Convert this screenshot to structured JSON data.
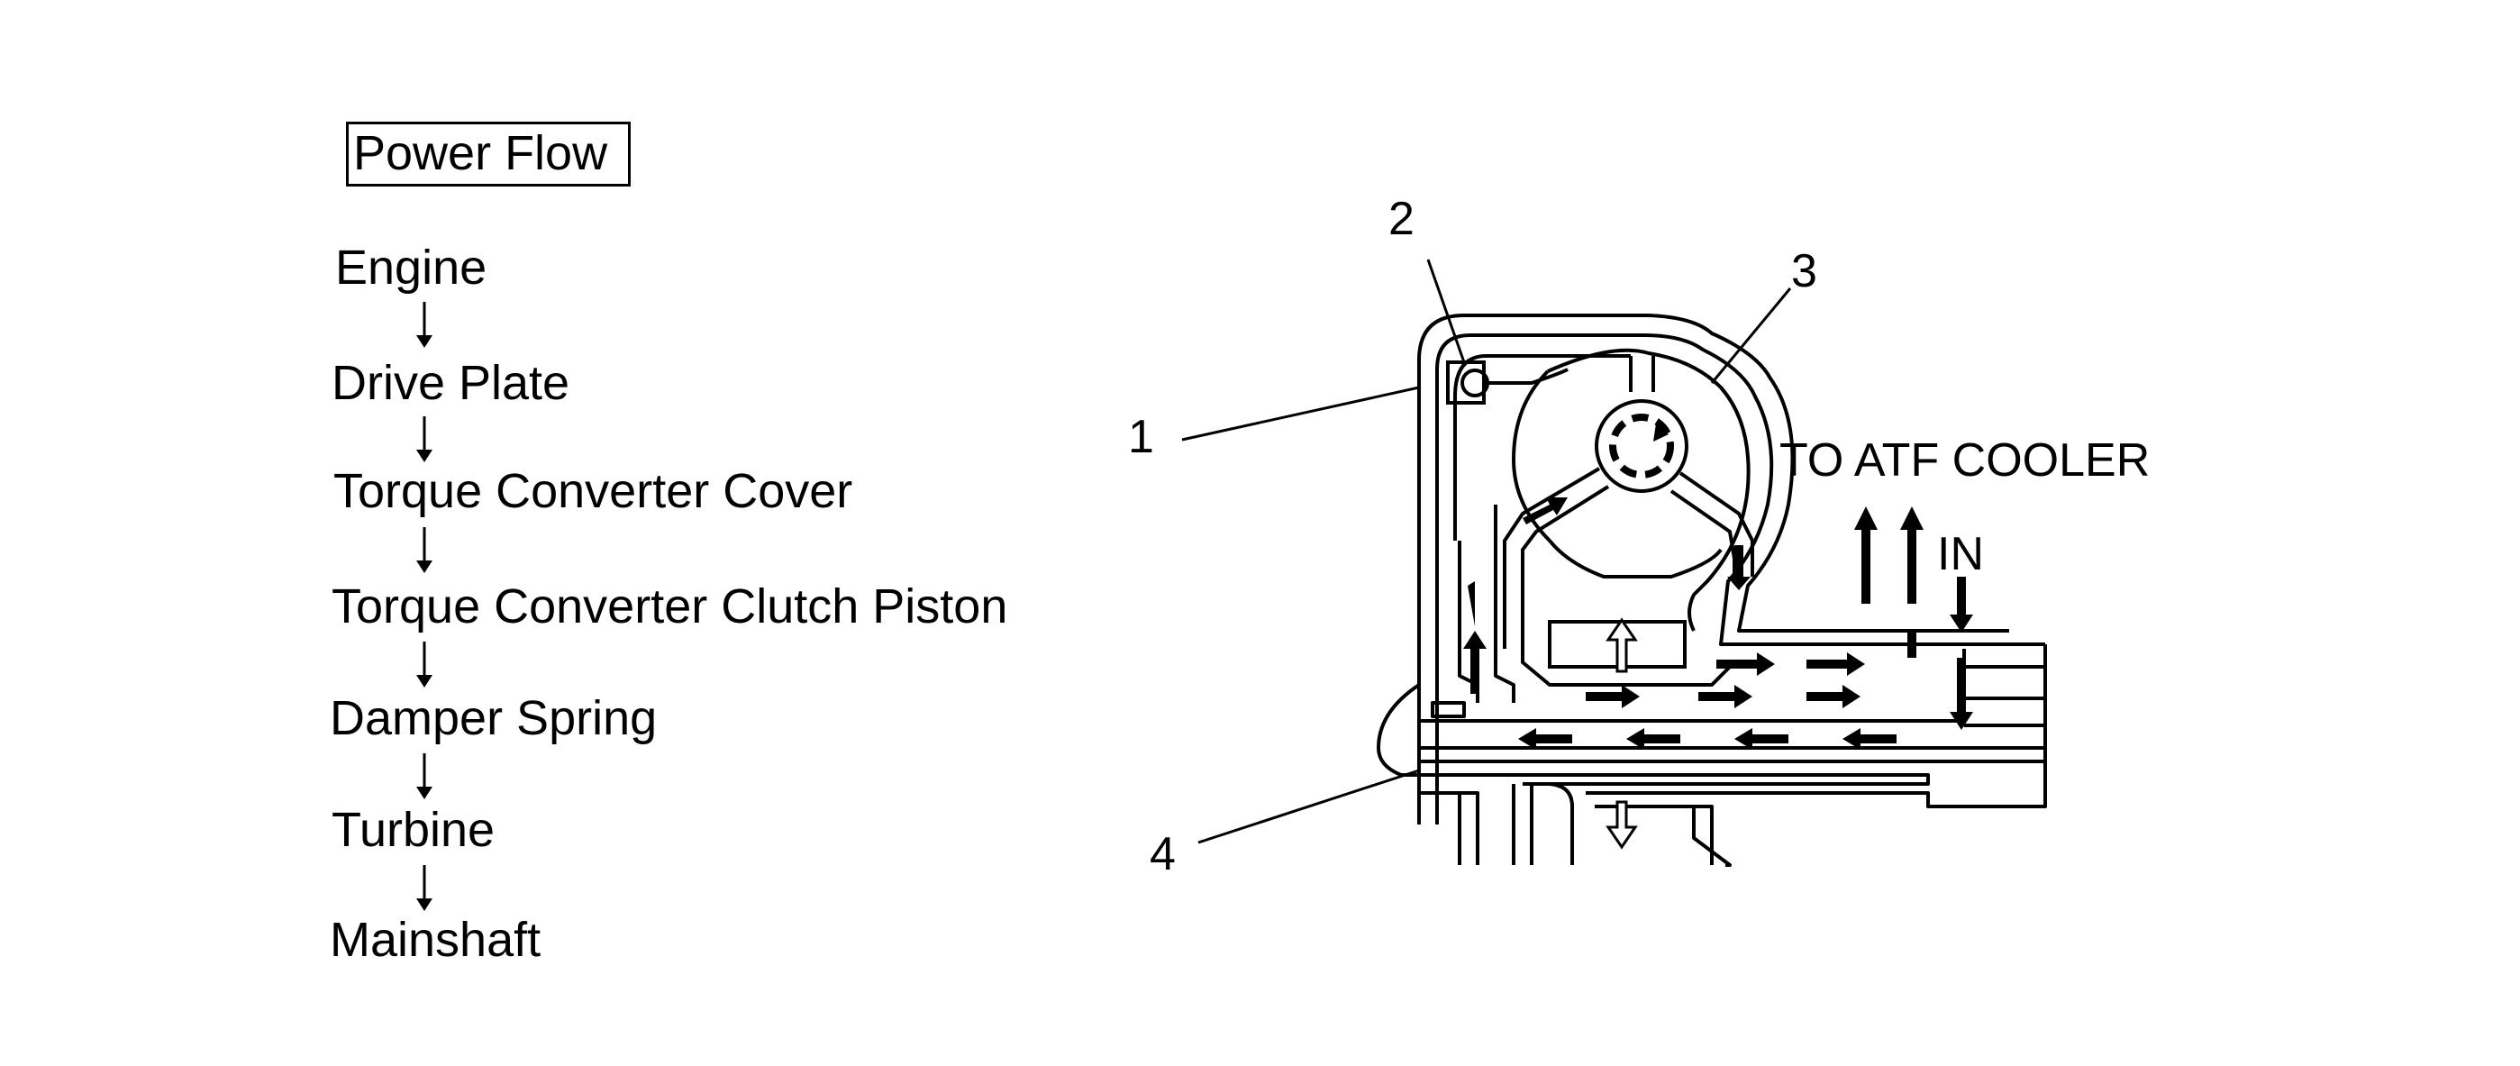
{
  "power_flow": {
    "title": "Power Flow",
    "steps": [
      "Engine",
      "Drive Plate",
      "Torque Converter Cover",
      "Torque Converter Clutch Piston",
      "Damper Spring",
      "Turbine",
      "Mainshaft"
    ]
  },
  "diagram": {
    "callouts": [
      "1",
      "2",
      "3",
      "4"
    ],
    "to_cooler_label": "TO ATF COOLER",
    "in_label": "IN"
  }
}
